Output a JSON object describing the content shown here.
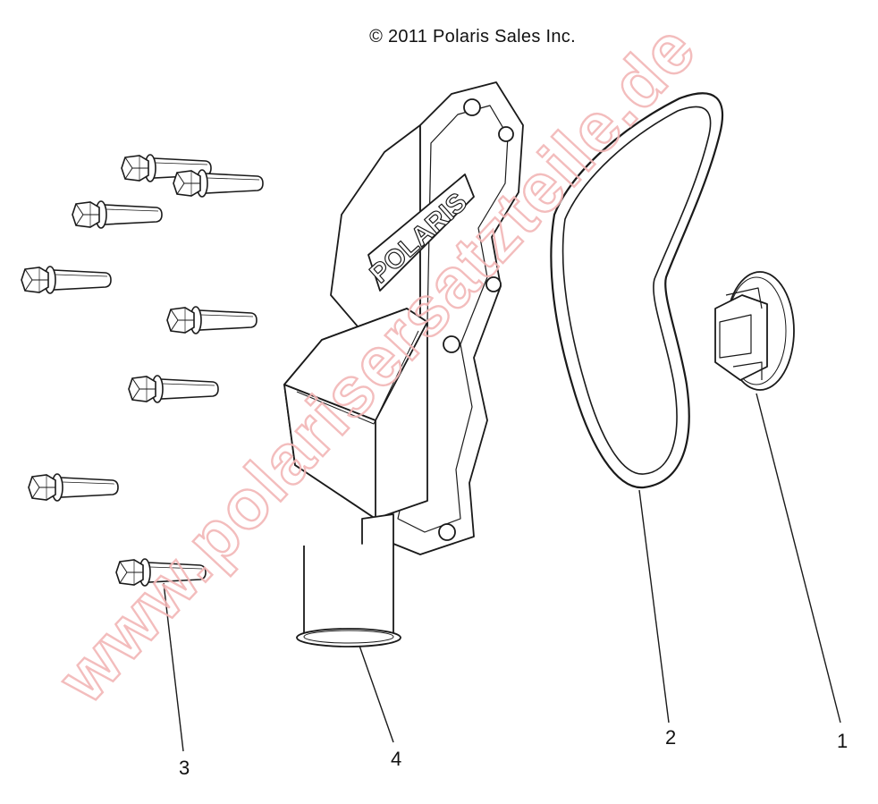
{
  "copyright": "© 2011 Polaris Sales Inc.",
  "cover_logo": "POLARIS",
  "watermark": "www.polarisersatzteile.de",
  "callouts": [
    {
      "id": "1",
      "label": "1"
    },
    {
      "id": "2",
      "label": "2"
    },
    {
      "id": "3",
      "label": "3"
    },
    {
      "id": "4",
      "label": "4"
    }
  ],
  "colors": {
    "line": "#1a1a1a",
    "fill": "#ffffff",
    "watermark": "#f2b6b6"
  }
}
